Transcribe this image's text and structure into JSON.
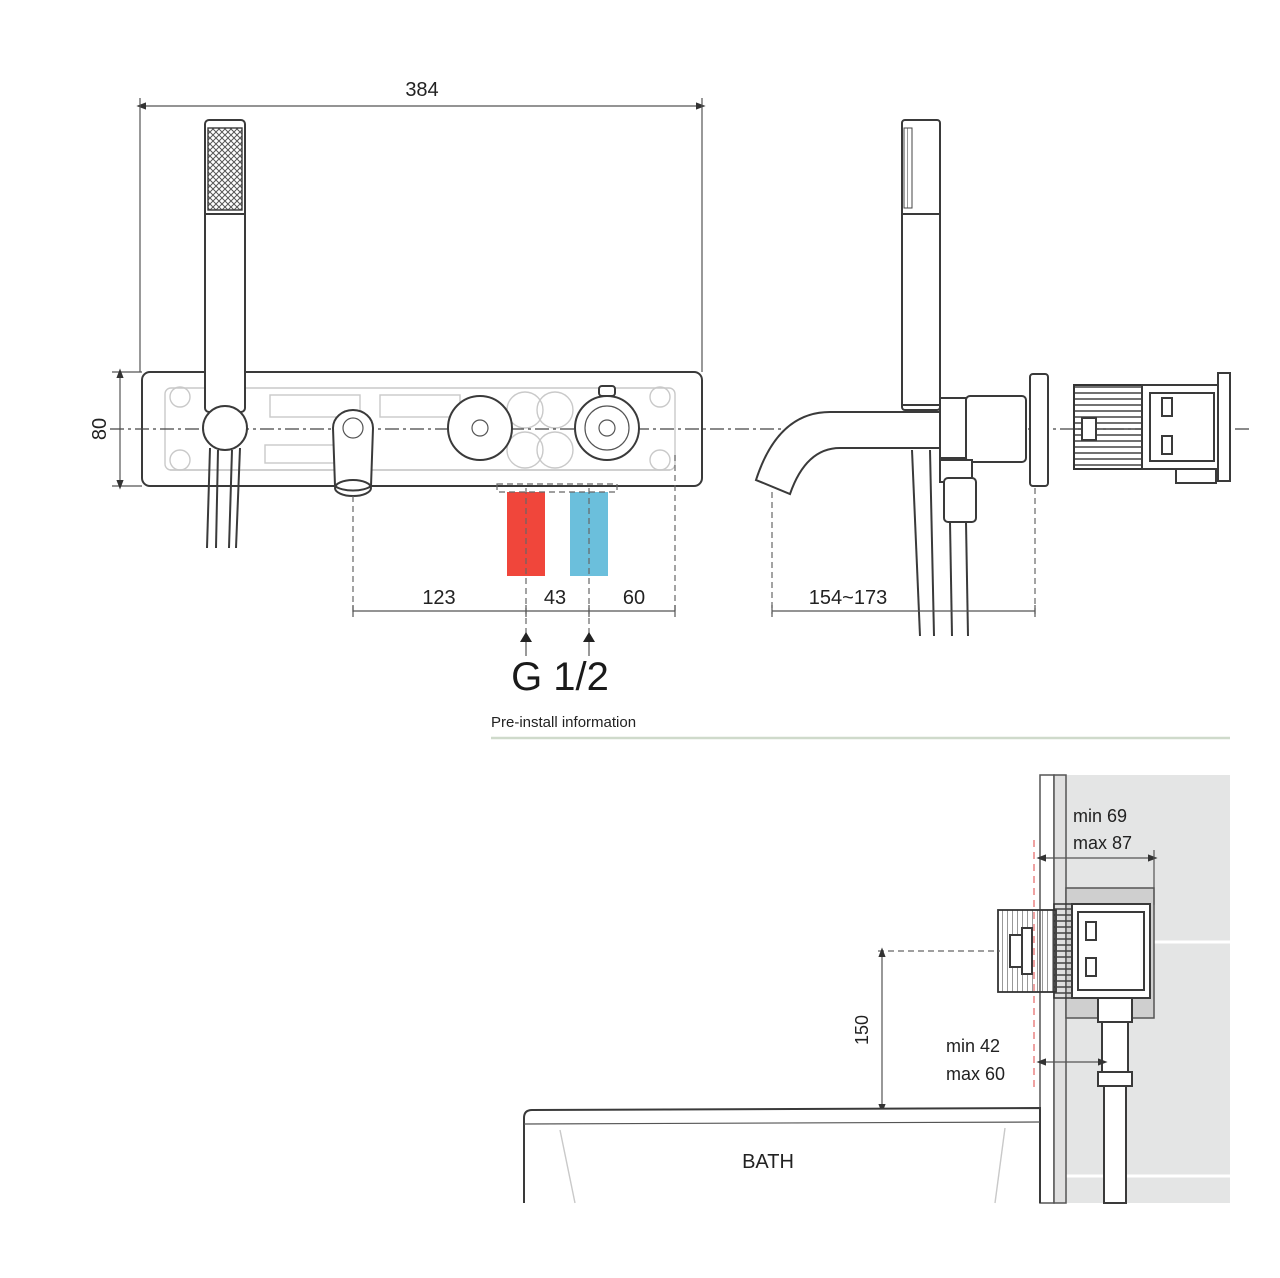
{
  "front_view": {
    "width_label": "384",
    "height_label": "80",
    "dim_spout_to_hot": "123",
    "dim_hot_to_cold": "43",
    "dim_cold_to_edge": "60",
    "connection_label": "G 1/2"
  },
  "side_view": {
    "projection_label": "154~173"
  },
  "section": {
    "title": "Pre-install information",
    "depth_min": "min 69",
    "depth_max": "max 87",
    "outlet_min": "min  42",
    "outlet_max": "max 60",
    "height_above_bath": "150",
    "bath_label": "BATH"
  },
  "colors": {
    "hot": "#f0463b",
    "cold": "#6bbfdc",
    "wall": "#e4e5e5",
    "divider": "#cfdacb"
  }
}
